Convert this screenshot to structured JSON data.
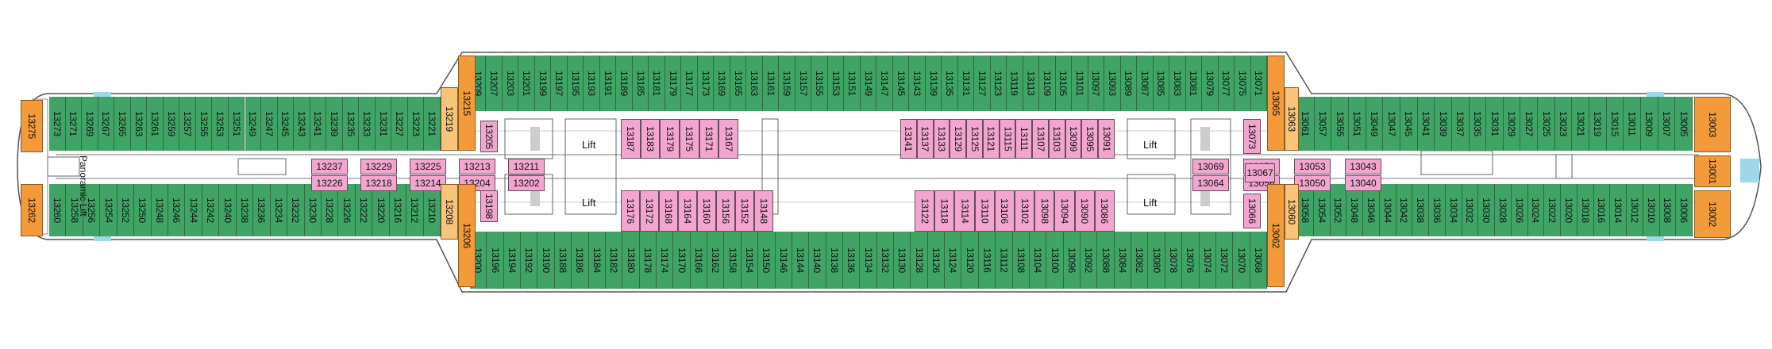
{
  "title": "",
  "labels": {
    "lift": "Lift",
    "panoramic_lift": "Panoramic Lift"
  },
  "colors": {
    "standard_cabin": "#3fa466",
    "suite_cabin": "#f2a6cf",
    "end_cabin": "#f39a3a",
    "corner_cabin": "#f7c47a",
    "hull": "#ffffff",
    "balcony_glass": "#9fd6ea"
  },
  "cabins": {
    "top_outer_left": [
      "13273",
      "13271",
      "13269",
      "13267",
      "13265",
      "13263",
      "13261",
      "13259",
      "13257",
      "13255",
      "13253",
      "13251",
      "13249",
      "13247",
      "13245",
      "13243",
      "13241",
      "13239",
      "13235",
      "13233",
      "13231",
      "13227",
      "13223",
      "13221"
    ],
    "top_outer_mid": [
      "13209",
      "13207",
      "13203",
      "13201",
      "13199",
      "13197",
      "13195",
      "13193",
      "13191",
      "13189",
      "13185",
      "13181",
      "13179",
      "13177",
      "13173",
      "13169",
      "13165",
      "13163",
      "13161",
      "13159",
      "13157",
      "13155",
      "13153",
      "13151",
      "13149",
      "13147",
      "13145",
      "13143",
      "13139",
      "13135",
      "13131",
      "13127",
      "13123",
      "13119",
      "13113",
      "13109",
      "13105",
      "13101",
      "13097",
      "13093",
      "13089",
      "13087",
      "13085",
      "13083",
      "13081",
      "13079",
      "13077",
      "13075",
      "13071"
    ],
    "top_outer_right": [
      "13061",
      "13057",
      "13055",
      "13051",
      "13049",
      "13047",
      "13045",
      "13041",
      "13039",
      "13037",
      "13035",
      "13031",
      "13029",
      "13027",
      "13025",
      "13023",
      "13021",
      "13019",
      "13015",
      "13011",
      "13009",
      "13007",
      "13005"
    ],
    "top_inner_suites_a": [
      "13187",
      "13183",
      "13179",
      "13175",
      "13171",
      "13167"
    ],
    "top_inner_suites_b": [
      "13141",
      "13137",
      "13133",
      "13129",
      "13125",
      "13121",
      "13115",
      "13111",
      "13107",
      "13103",
      "13099",
      "13095",
      "13091"
    ],
    "bottom_inner_suites_a": [
      "13176",
      "13172",
      "13168",
      "13164",
      "13160",
      "13156",
      "13152",
      "13148"
    ],
    "bottom_inner_suites_b": [
      "13122",
      "13118",
      "13114",
      "13110",
      "13106",
      "13102",
      "13098",
      "13094",
      "13090",
      "13086"
    ],
    "bottom_outer_left": [
      "13260",
      "13258",
      "13256",
      "13254",
      "13252",
      "13250",
      "13248",
      "13246",
      "13244",
      "13242",
      "13240",
      "13238",
      "13236",
      "13234",
      "13232",
      "13230",
      "13228",
      "13226",
      "13222",
      "13220",
      "13216",
      "13212",
      "13210"
    ],
    "bottom_outer_mid": [
      "13200",
      "13196",
      "13194",
      "13192",
      "13190",
      "13188",
      "13186",
      "13184",
      "13182",
      "13180",
      "13178",
      "13174",
      "13170",
      "13166",
      "13162",
      "13158",
      "13154",
      "13150",
      "13146",
      "13144",
      "13140",
      "13138",
      "13136",
      "13134",
      "13132",
      "13130",
      "13128",
      "13126",
      "13124",
      "13120",
      "13116",
      "13112",
      "13108",
      "13104",
      "13100",
      "13096",
      "13092",
      "13088",
      "13084",
      "13082",
      "13080",
      "13078",
      "13076",
      "13074",
      "13072",
      "13070",
      "13068"
    ],
    "bottom_outer_right": [
      "13058",
      "13054",
      "13052",
      "13048",
      "13046",
      "13044",
      "13042",
      "13038",
      "13036",
      "13034",
      "13032",
      "13030",
      "13028",
      "13026",
      "13024",
      "13022",
      "13020",
      "13018",
      "13016",
      "13014",
      "13012",
      "13010",
      "13008",
      "13006"
    ],
    "inner_horizontal_left": [
      [
        "13237",
        "13226"
      ],
      [
        "13229",
        "13218"
      ],
      [
        "13225",
        "13214"
      ],
      [
        "13213",
        "13204"
      ],
      [
        "13211",
        "13202"
      ]
    ],
    "inner_horizontal_right": [
      [
        "13069",
        "13064"
      ],
      [
        "13059",
        "13056"
      ],
      [
        "13053",
        "13050"
      ],
      [
        "13043",
        "13040"
      ]
    ],
    "single_inner": [
      "13067"
    ],
    "corners_top": [
      "13219",
      "13215",
      "13205",
      "13073",
      "13065",
      "13063"
    ],
    "corners_bottom": [
      "13208",
      "13206",
      "13198",
      "13066",
      "13062",
      "13060"
    ],
    "ends": [
      "13275",
      "13262",
      "13003",
      "13001",
      "13002"
    ]
  }
}
